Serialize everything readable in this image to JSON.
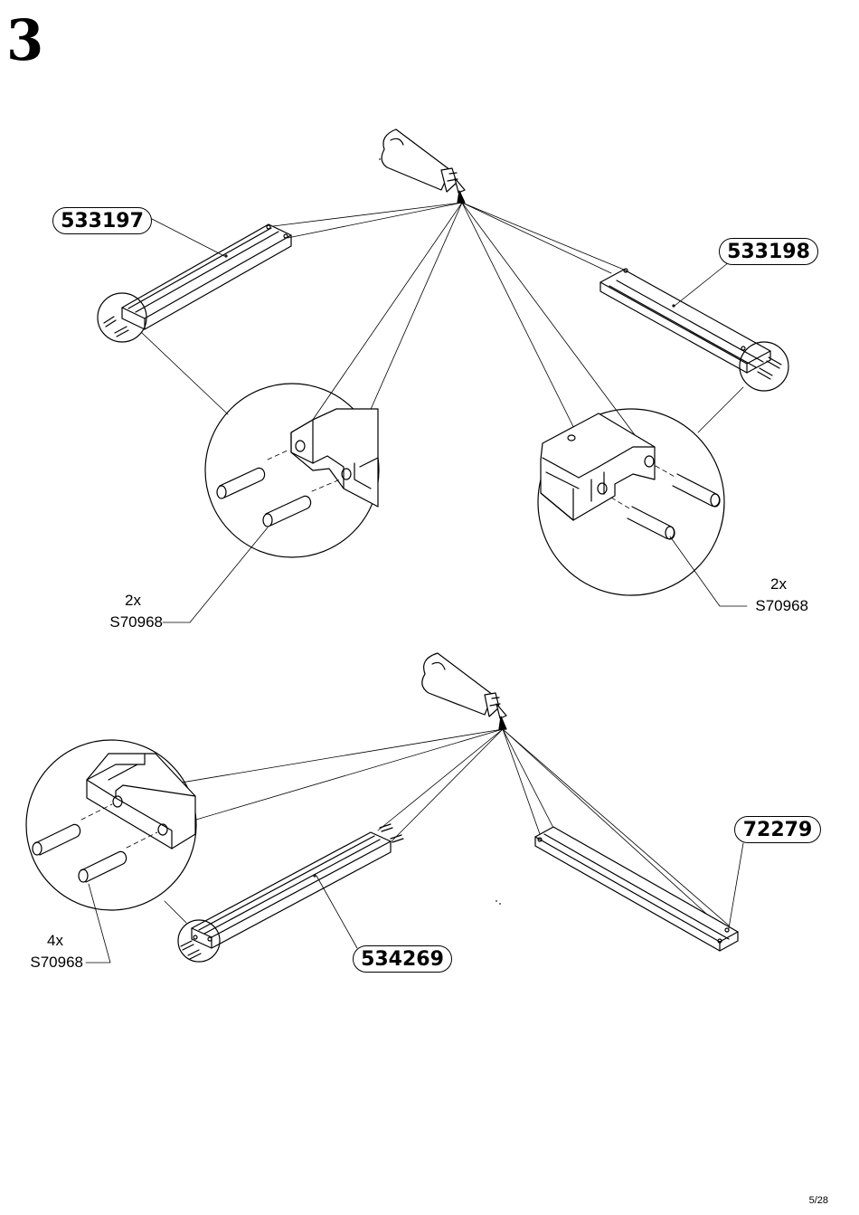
{
  "step": {
    "number": "3"
  },
  "top_group": {
    "part_left": "533197",
    "part_right": "533198",
    "dowel_left": {
      "qty": "2x",
      "code": "S70968"
    },
    "dowel_right": {
      "qty": "2x",
      "code": "S70968"
    }
  },
  "bottom_group": {
    "part_long": "534269",
    "part_short": "72279",
    "dowel": {
      "qty": "4x",
      "code": "S70968"
    }
  },
  "footer": {
    "page": "5/28"
  },
  "icons": [
    "glue-tube-icon",
    "dowel-icon",
    "detail-magnifier"
  ]
}
